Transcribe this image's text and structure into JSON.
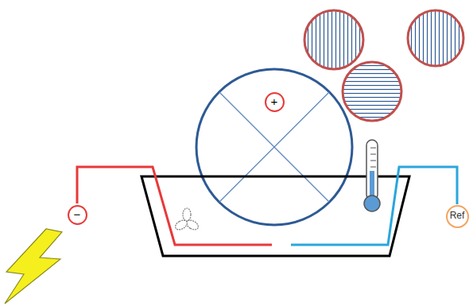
{
  "diagram": {
    "nodes": [
      {
        "text": [
          "+"
        ]
      },
      {
        "text": [
          "−"
        ]
      },
      {
        "text": [
          "Ref"
        ]
      }
    ]
  }
}
